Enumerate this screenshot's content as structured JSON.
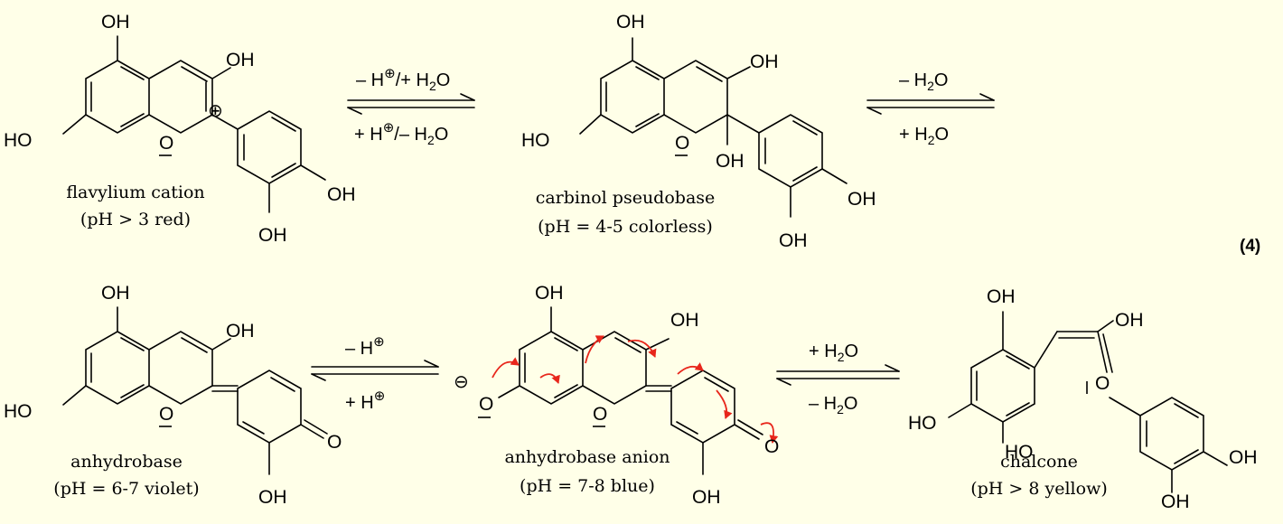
{
  "colors": {
    "background": "#FFFFE8",
    "bonds": "#000000",
    "electron_arrows": "#E8261B"
  },
  "equation_number": "(4)",
  "structures": {
    "flavylium": {
      "name": "flavylium cation",
      "ph": "(pH > 3   red)",
      "oh_top": "OH",
      "oh_enol": "OH",
      "ho_left": "HO",
      "oh_cat_4": "OH",
      "oh_cat_3": "OH",
      "ring_o": "O",
      "plus": "⊕"
    },
    "carbinol": {
      "name": "carbinol pseudobase",
      "ph": "(pH = 4-5  colorless)",
      "oh_top": "OH",
      "oh_enol": "OH",
      "ho_left": "HO",
      "oh_c2": "OH",
      "oh_cat_4": "OH",
      "oh_cat_3": "OH",
      "ring_o": "O"
    },
    "anhydrobase": {
      "name": "anhydrobase",
      "ph": "(pH =  6-7  violet)",
      "oh_top": "OH",
      "oh_enol": "OH",
      "ho_left": "HO",
      "ring_o": "O",
      "keto_o": "O",
      "oh_bottom": "OH"
    },
    "anion": {
      "name": "anhydrobase anion",
      "ph": "(pH =  7-8  blue)",
      "oh_top": "OH",
      "oh_enol": "OH",
      "ring_o": "O",
      "phenolate_o": "O",
      "minus": "⊖",
      "keto_o": "O",
      "oh_bottom": "OH"
    },
    "chalcone": {
      "name": "chalcone",
      "ph": "(pH > 8   yellow)",
      "oh_top": "OH",
      "oh_enol": "OH",
      "ho_left": "HO",
      "ho_bottom": "HO",
      "keto_o": "O",
      "oh_cat_4": "OH",
      "oh_cat_3": "OH"
    }
  },
  "equilibria": {
    "eq1": {
      "top_a": "– H",
      "top_sup": "⊕",
      "top_b": "/+ H",
      "top_sub": "2",
      "top_c": "O",
      "bot_a": "+ H",
      "bot_sup": "⊕",
      "bot_b": "/– H",
      "bot_sub": "2",
      "bot_c": "O"
    },
    "eq2": {
      "top_a": "– H",
      "top_sub": "2",
      "top_b": "O",
      "bot_a": "+ H",
      "bot_sub": "2",
      "bot_b": "O"
    },
    "eq3": {
      "top_a": "– H",
      "top_sup": "⊕",
      "bot_a": "+ H",
      "bot_sup": "⊕"
    },
    "eq4": {
      "top_a": "+ H",
      "top_sub": "2",
      "top_b": "O",
      "bot_a": "– H",
      "bot_sub": "2",
      "bot_b": "O"
    }
  }
}
